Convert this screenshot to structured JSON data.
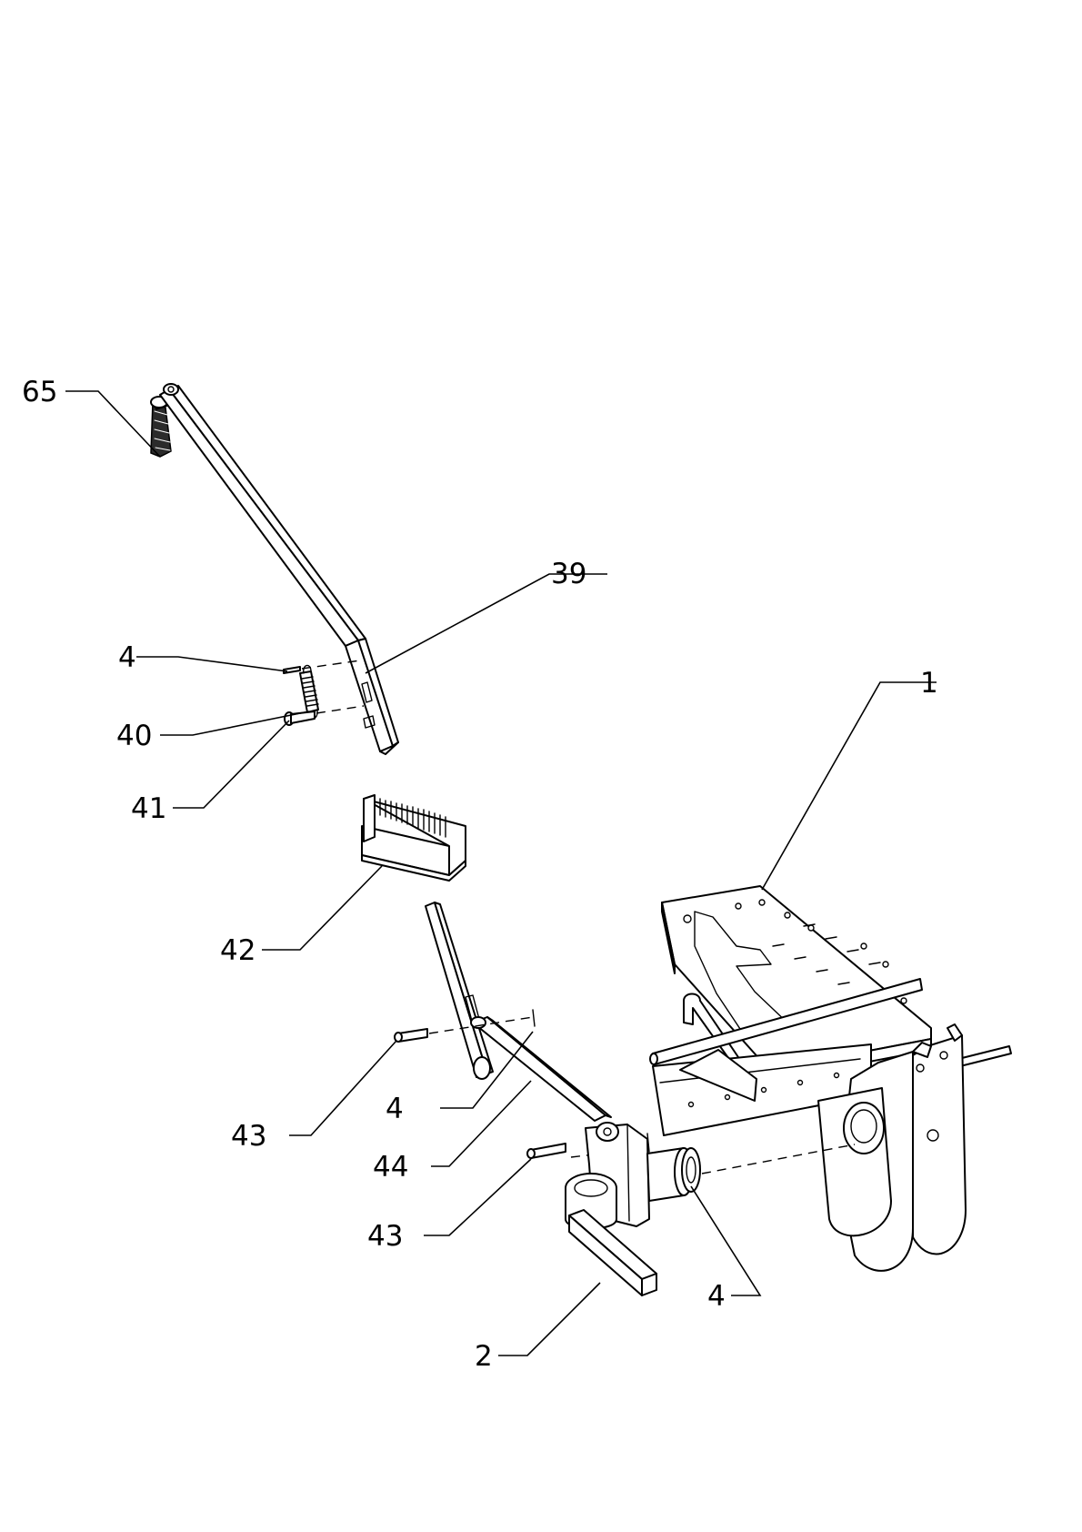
{
  "callouts": {
    "c65": "65",
    "c39": "39",
    "c4a": "4",
    "c40": "40",
    "c41": "41",
    "c1": "1",
    "c42": "42",
    "c43a": "43",
    "c4b": "4",
    "c44": "44",
    "c43b": "43",
    "c4c": "4",
    "c2": "2"
  },
  "colors": {
    "line": "#000000",
    "background": "#ffffff",
    "grip": "#2b2b2b"
  }
}
